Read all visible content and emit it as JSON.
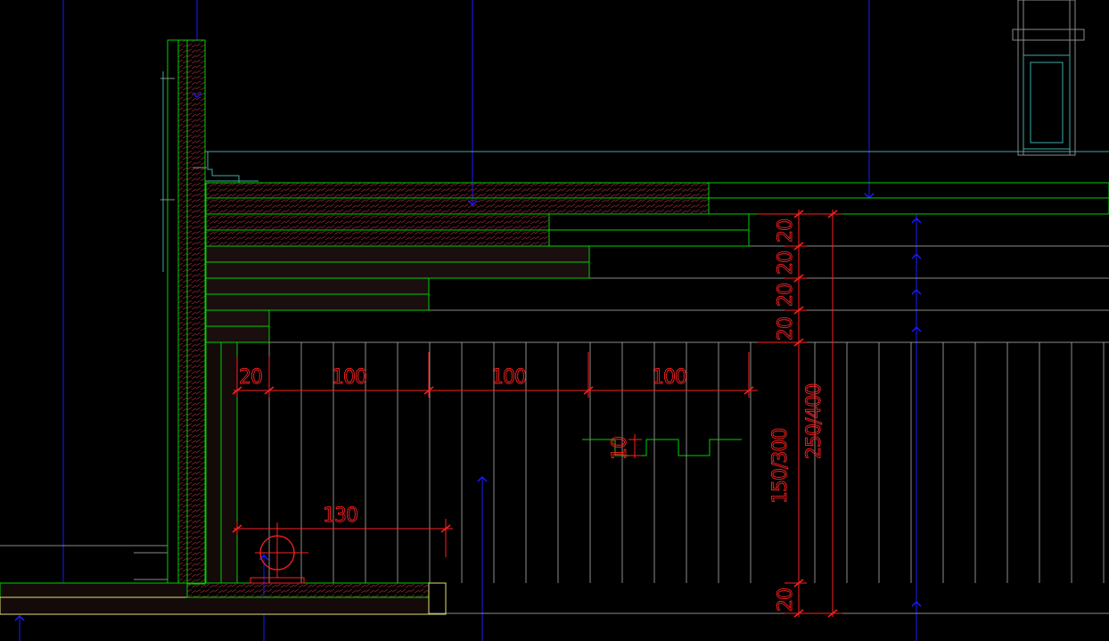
{
  "colors": {
    "background": "#000000",
    "outline": "#00d000",
    "insulation": "#2a1414",
    "hatch": "#7a1e28",
    "boards": "#b0b0b0",
    "axis": "#1a1aff",
    "dimension": "#ff2020",
    "grey": "#8a8a8a",
    "cyan": "#3fa8a8",
    "yellow": "#e0e070"
  },
  "dimensions": {
    "top_gap": "20",
    "bay_1": "100",
    "bay_2": "100",
    "bay_3": "100",
    "tongue": "10",
    "pipe_offset": "130",
    "layer_1": "20",
    "layer_2": "20",
    "layer_3": "20",
    "layer_4": "20",
    "bottom_layer": "20",
    "inner_height": "150/300",
    "outer_height": "250/400"
  }
}
